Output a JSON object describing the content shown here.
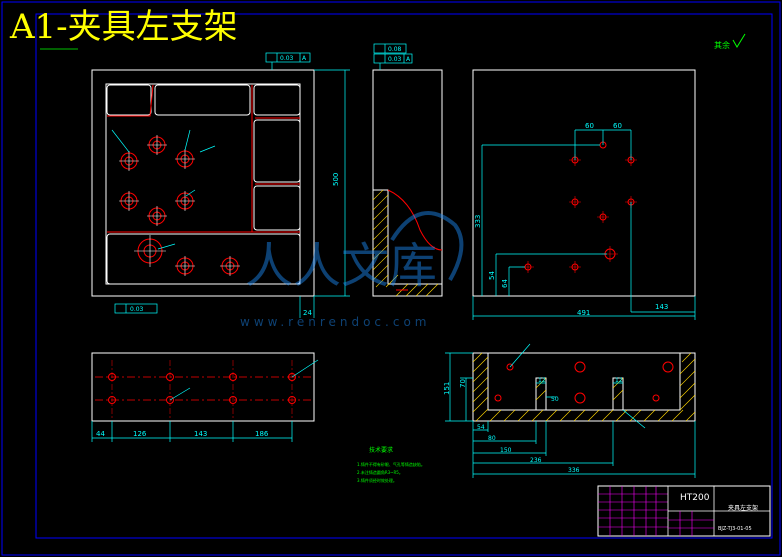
{
  "title": "A1-夹具左支架",
  "roughness_note": "其余",
  "material": "HT200",
  "part_name": "夹具左支架",
  "drawing_no": "BJZ-TJ3-01-05",
  "watermark": {
    "text": "人人文库",
    "url": "www.renrendoc.com"
  },
  "tolerances": {
    "front_perp": "0.03",
    "front_perp_datum": "A",
    "front_flat": "0.03",
    "side_flat": "0.08",
    "side_perp": "0.03",
    "side_perp_datum": "A"
  },
  "dimensions": {
    "front_height": "500",
    "front_base": "24",
    "side_h1": "333",
    "side_h2": "54",
    "side_h3": "64",
    "side_gap1": "60",
    "side_gap2": "60",
    "side_width": "491",
    "side_offset": "143",
    "plan_d1": "44",
    "plan_d2": "126",
    "plan_d3": "143",
    "plan_d4": "186",
    "sec_h1": "151",
    "sec_h2": "70",
    "sec_w1": "54",
    "sec_w2": "80",
    "sec_w3": "150",
    "sec_w4": "236",
    "sec_w5": "336",
    "sec_c1": "12",
    "sec_c2": "50",
    "sec_c3": "12"
  },
  "tech_req": {
    "heading": "技术要求",
    "items": [
      "1.铸件不得有砂眼、气孔等铸造缺陷。",
      "2.未注铸造圆角R3~R5。",
      "3.铸件须经时效处理。"
    ]
  },
  "colors": {
    "background": "#000000",
    "outline": "#ffffff",
    "dimension": "#00ffff",
    "centerline": "#ff0000",
    "annotation": "#00ff00",
    "hatch": "#ffd700",
    "frame": "#0000ff",
    "title": "#ffff00"
  }
}
